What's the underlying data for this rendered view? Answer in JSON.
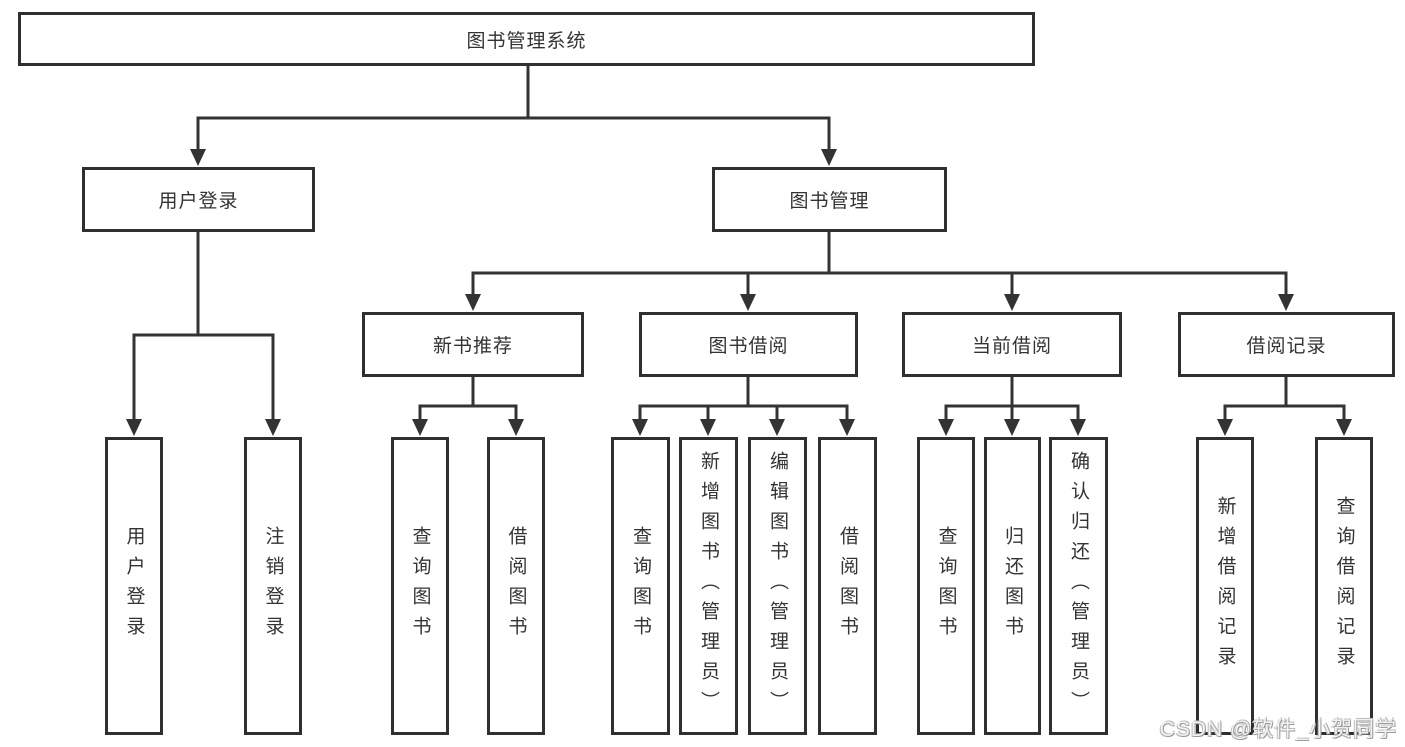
{
  "diagram_title": "图书管理系统",
  "watermark": "CSDN @软件_小贺同学",
  "colors": {
    "line": "#333333",
    "box_border": "#2f2f2f",
    "text": "#333333",
    "background": "#ffffff",
    "watermark": "#f5f5f5"
  },
  "nodes": {
    "root": "图书管理系统",
    "user_login": "用户登录",
    "book_mgmt": "图书管理",
    "new_book_rec": "新书推荐",
    "book_borrow": "图书借阅",
    "current_borrow": "当前借阅",
    "borrow_records": "借阅记录",
    "leaf_user_login": "用户登录",
    "leaf_logout": "注销登录",
    "leaf_nb_query": "查询图书",
    "leaf_nb_borrow": "借阅图书",
    "leaf_bb_query": "查询图书",
    "leaf_bb_add": "新增图书（管理员）",
    "leaf_bb_edit": "编辑图书（管理员）",
    "leaf_bb_borrow": "借阅图书",
    "leaf_cb_query": "查询图书",
    "leaf_cb_return": "归还图书",
    "leaf_cb_confirm": "确认归还（管理员）",
    "leaf_br_add": "新增借阅记录",
    "leaf_br_query": "查询借阅记录"
  },
  "structure": {
    "图书管理系统": [
      "用户登录",
      "图书管理"
    ],
    "用户登录": [
      "用户登录",
      "注销登录"
    ],
    "图书管理": [
      "新书推荐",
      "图书借阅",
      "当前借阅",
      "借阅记录"
    ],
    "新书推荐": [
      "查询图书",
      "借阅图书"
    ],
    "图书借阅": [
      "查询图书",
      "新增图书（管理员）",
      "编辑图书（管理员）",
      "借阅图书"
    ],
    "当前借阅": [
      "查询图书",
      "归还图书",
      "确认归还（管理员）"
    ],
    "借阅记录": [
      "新增借阅记录",
      "查询借阅记录"
    ]
  }
}
